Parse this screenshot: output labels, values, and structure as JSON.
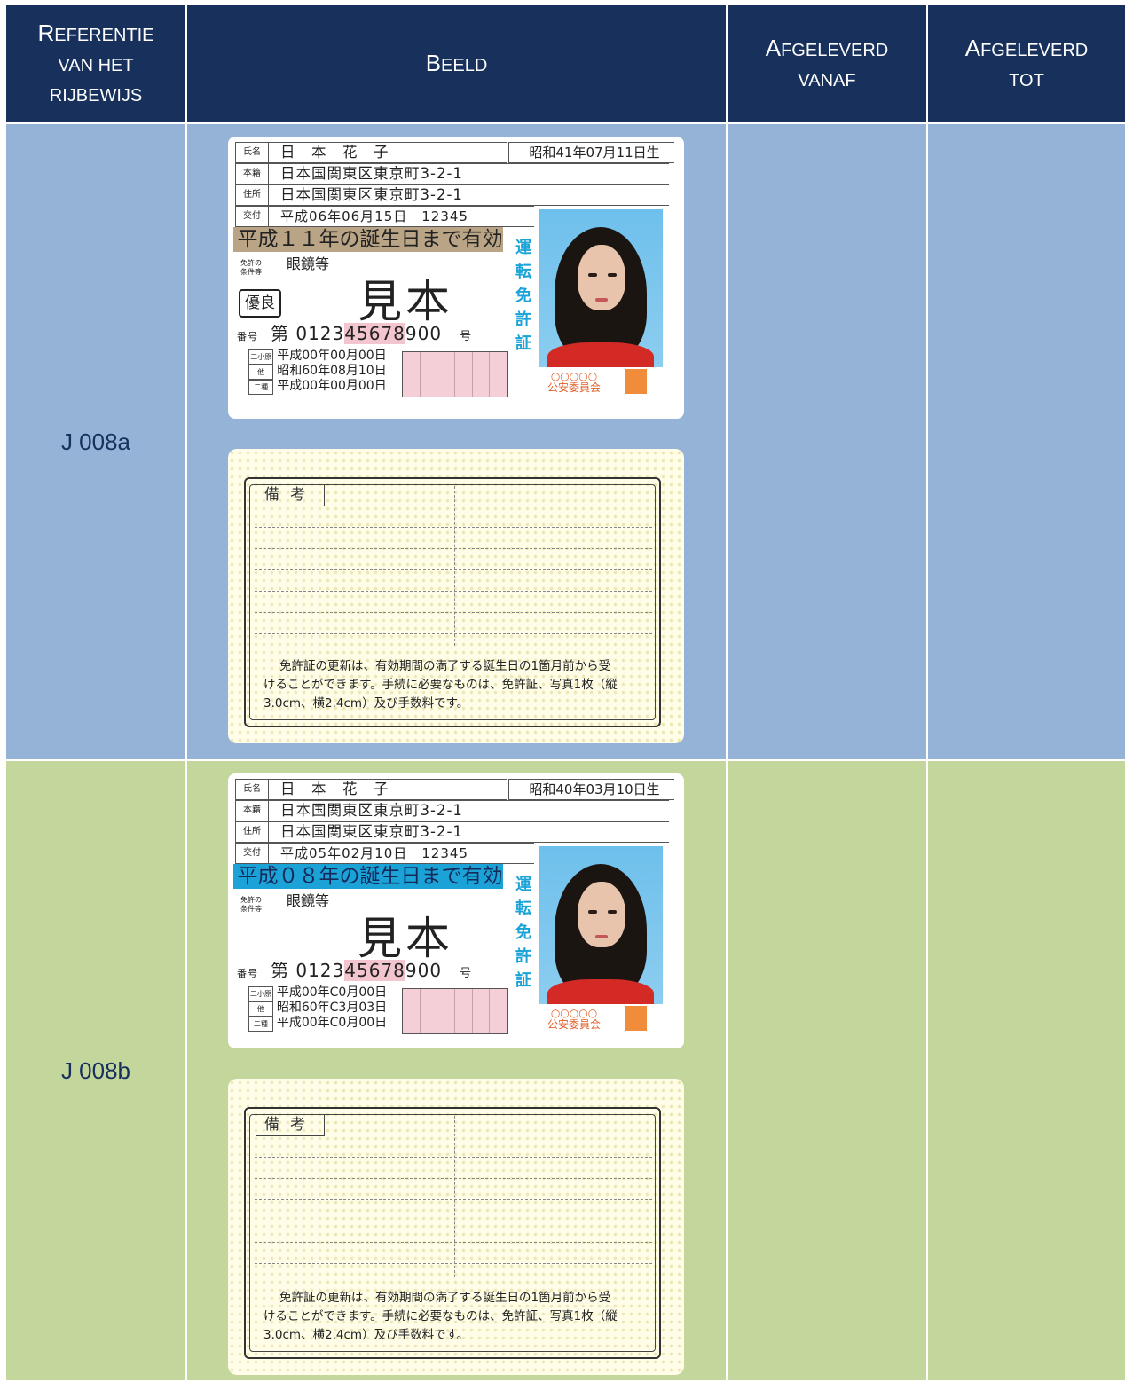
{
  "header": {
    "col1": {
      "prefix": "R",
      "rest": "eferentie",
      "line2": "van het",
      "line3": "rijbewijs"
    },
    "col2": {
      "prefix": "B",
      "rest": "eeld"
    },
    "col3": {
      "prefix": "A",
      "rest": "fgeleverd",
      "line2": "vanaf"
    },
    "col4": {
      "prefix": "A",
      "rest": "fgeleverd",
      "line2": "tot"
    }
  },
  "rows": [
    {
      "reference": "J 008a",
      "issued_from": "",
      "issued_to": "",
      "front": {
        "name_label": "氏名",
        "name": "日　本　花　子",
        "birth": "昭和41年07月11日生",
        "domicile_label": "本籍",
        "domicile": "日本国関東区東京町3-2-1",
        "address_label": "住所",
        "address": "日本国関東区東京町3-2-1",
        "issue_label": "交付",
        "issue": "平成06年06月15日　12345",
        "validity": "平成１１年の誕生日まで有効",
        "cond_label": "免許の条件等",
        "cond": "眼鏡等",
        "sample": "見本",
        "excellent": "優良",
        "number_label": "番号",
        "number_prefix": "第",
        "number_a": "0123",
        "number_b": "45678",
        "number_c": "900",
        "number_suffix": "号",
        "date1": "平成00年00月00日",
        "date2": "昭和60年08月10日",
        "date3": "平成00年00月00日",
        "vertical": [
          "運",
          "転",
          "免",
          "許",
          "証"
        ],
        "commission": "○○○○○\n公安委員会"
      },
      "back": {
        "remarks": "備考",
        "notice1": "免許証の更新は、有効期間の満了する誕生日の1箇月前から受",
        "notice2": "けることができます。手続に必要なものは、免許証、写真1枚（縦",
        "notice3": "3.0cm、横2.4cm）及び手数料です。"
      }
    },
    {
      "reference": "J 008b",
      "issued_from": "",
      "issued_to": "",
      "front": {
        "name_label": "氏名",
        "name": "日　本　花　子",
        "birth": "昭和40年03月10日生",
        "domicile_label": "本籍",
        "domicile": "日本国関東区東京町3-2-1",
        "address_label": "住所",
        "address": "日本国関東区東京町3-2-1",
        "issue_label": "交付",
        "issue": "平成05年02月10日　12345",
        "validity": "平成０８年の誕生日まで有効",
        "cond_label": "免許の条件等",
        "cond": "眼鏡等",
        "sample": "見本",
        "number_label": "番号",
        "number_prefix": "第",
        "number_a": "0123",
        "number_b": "45678",
        "number_c": "900",
        "number_suffix": "号",
        "date1": "平成00年C0月00日",
        "date2": "昭和60年C3月03日",
        "date3": "平成00年C0月00日",
        "vertical": [
          "運",
          "転",
          "免",
          "許",
          "証"
        ],
        "commission": "○○○○○\n公安委員会"
      },
      "back": {
        "remarks": "備考",
        "notice1": "免許証の更新は、有効期間の満了する誕生日の1箇月前から受",
        "notice2": "けることができます。手続に必要なものは、免許証、写真1枚（縦",
        "notice3": "3.0cm、横2.4cm）及び手数料です。"
      }
    }
  ],
  "colors": {
    "header_bg": "#17305c",
    "row_a_bg": "#95b3d7",
    "row_b_bg": "#c3d69b",
    "ref_text": "#17305c"
  }
}
